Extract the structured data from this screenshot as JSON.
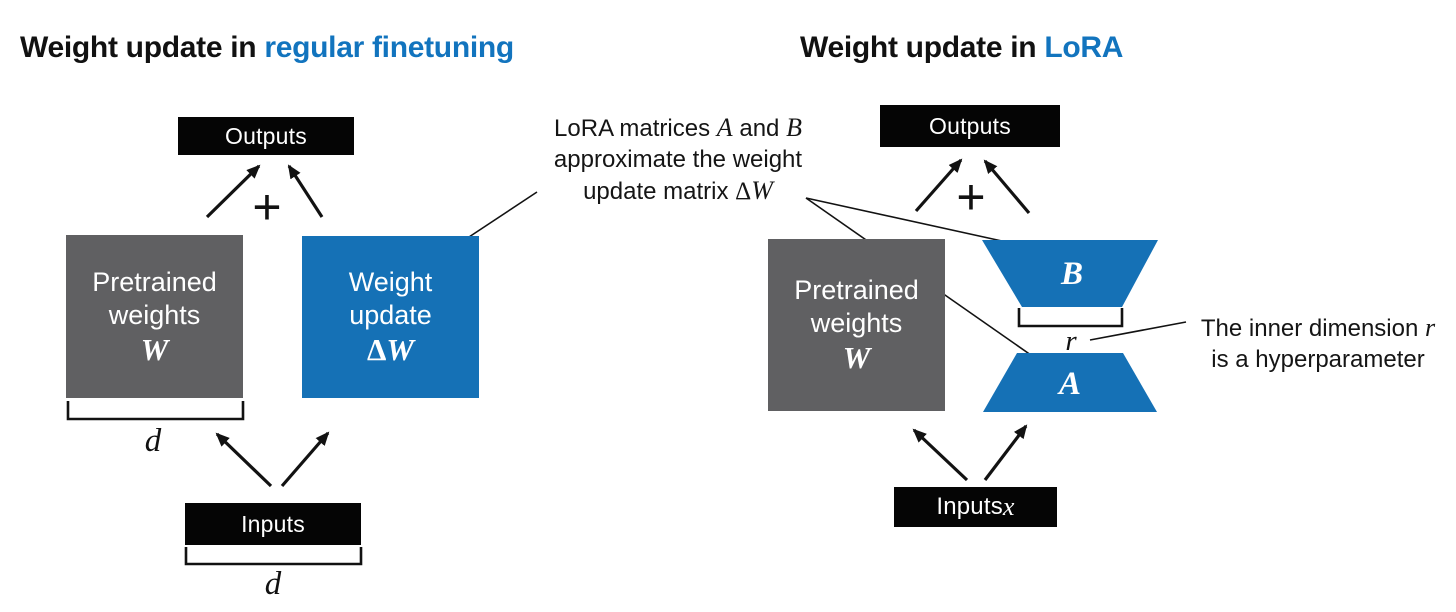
{
  "colors": {
    "blue": "#1571b6",
    "title_blue": "#1274be",
    "gray": "#606062",
    "box_black": "#050505",
    "text": "#111111"
  },
  "left": {
    "title_prefix": "Weight update in ",
    "title_highlight": "regular finetuning",
    "outputs": "Outputs",
    "plus": "+",
    "pretrained": {
      "line1": "Pretrained",
      "line2": "weights",
      "math": "W"
    },
    "weight_update": {
      "line1": "Weight",
      "line2": "update",
      "math_delta": "Δ",
      "math_w": "W"
    },
    "dim_weights": "d",
    "inputs": "Inputs",
    "dim_inputs": "d"
  },
  "right": {
    "title_prefix": "Weight update in ",
    "title_highlight": "LoRA",
    "outputs": "Outputs",
    "plus": "+",
    "pretrained": {
      "line1": "Pretrained",
      "line2": "weights",
      "math": "W"
    },
    "matrix_b": "B",
    "matrix_a": "A",
    "rank": "r",
    "inputs_prefix": "Inputs ",
    "inputs_math": "x"
  },
  "annotations": {
    "lora_matrices": {
      "l1a": "LoRA matrices ",
      "l1b": "A",
      "l1c": " and ",
      "l1d": "B",
      "l2": "approximate the weight",
      "l3a": "update matrix ",
      "l3b_delta": "Δ",
      "l3b_w": "W"
    },
    "inner_dim": {
      "l1a": "The inner dimension ",
      "l1b": "r",
      "l2": "is a hyperparameter"
    }
  }
}
